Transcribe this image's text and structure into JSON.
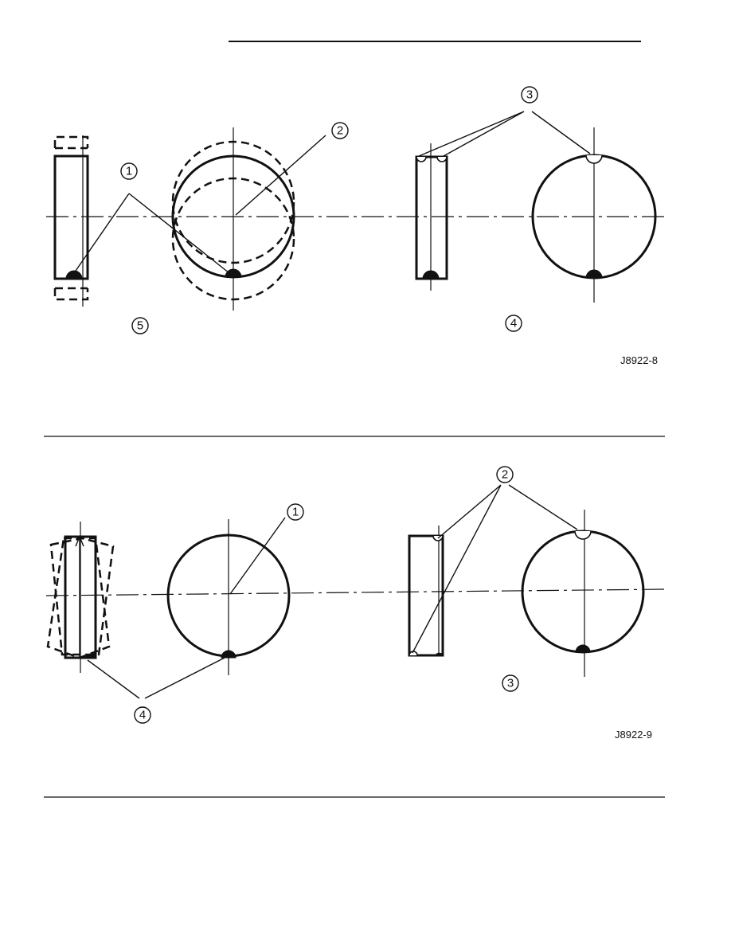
{
  "figures": [
    {
      "id_label": "J8922-8",
      "callouts": [
        "1",
        "2",
        "3",
        "4",
        "5"
      ]
    },
    {
      "id_label": "J8922-9",
      "callouts": [
        "1",
        "2",
        "3",
        "4"
      ]
    }
  ]
}
